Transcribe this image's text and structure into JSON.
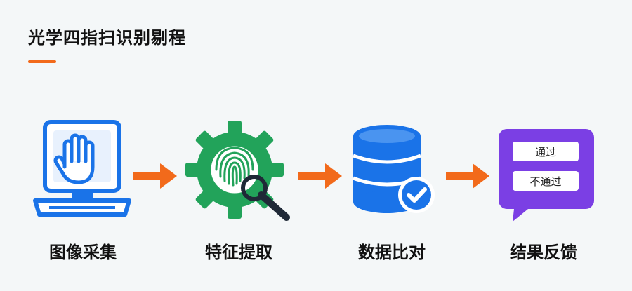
{
  "title": "光学四指扫识别剔程",
  "steps": [
    {
      "label": "图像采集",
      "icon": "hand-scanner-monitor-icon"
    },
    {
      "label": "特征提取",
      "icon": "gear-fingerprint-magnifier-icon"
    },
    {
      "label": "数据比对",
      "icon": "database-check-icon"
    },
    {
      "label": "结果反馈",
      "icon": "chat-bubble-result-icon"
    }
  ],
  "result_options": {
    "pass": "通过",
    "fail": "不通过"
  },
  "colors": {
    "accent": "#f26a1b",
    "blue": "#1a73e8",
    "green": "#22a35a",
    "purple": "#7b3fe4"
  }
}
